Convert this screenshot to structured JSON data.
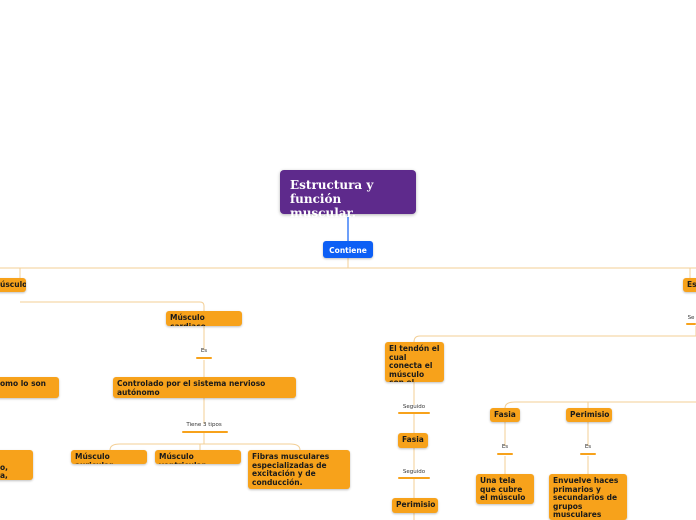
{
  "root": {
    "title": "Estructura y función muscular."
  },
  "connector": {
    "label": "Contiene"
  },
  "nodes": {
    "musculo_left": "úsculo",
    "esq_right": "Es",
    "musculo_cardiaco": "Músculo cardiaco",
    "como_lo_son": "omo lo son",
    "controlado": "Controlado por el sistema nervioso autónomo",
    "left_bottom": "o,\na,",
    "musculo_auricular": "Músculo auricular",
    "musculo_ventricular": "Músculo ventricular",
    "fibras": "Fibras musculares especializadas de excitación y de conducción.",
    "tendon": "El tendón el cual conecta el músculo con el hueso",
    "fasia_left": "Fasia",
    "perimisio_left": "Perimisio",
    "fasia_right": "Fasia",
    "perimisio_right": "Perimisio",
    "tela": "Una tela que cubre el músculo",
    "envuelve": "Envuelve haces primarios y secundarios de grupos musculares"
  },
  "link_labels": {
    "es_cardiaco": "Es",
    "tiene_3_tipos": "Tiene 3 tipos",
    "seguido_1": "Seguido",
    "seguido_2": "Seguido",
    "es_fasia": "Es",
    "es_perimisio": "Es",
    "se_right": "Se"
  },
  "colors": {
    "root": "#5e2a8c",
    "connector": "#0d5ff5",
    "node": "#f7a21b",
    "line": "#f3c98a"
  }
}
